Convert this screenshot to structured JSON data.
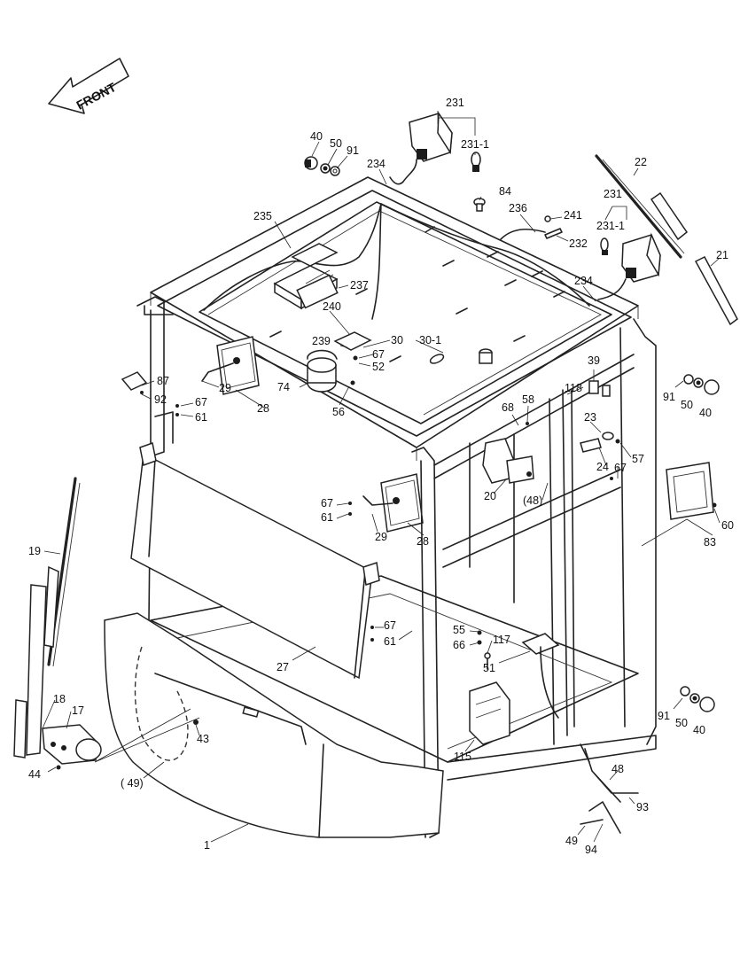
{
  "diagram": {
    "front_label": "FRONT",
    "callouts": [
      {
        "id": "c-231a",
        "text": "231"
      },
      {
        "id": "c-2311a",
        "text": "231-1"
      },
      {
        "id": "c-40a",
        "text": "40"
      },
      {
        "id": "c-50a",
        "text": "50"
      },
      {
        "id": "c-91a",
        "text": "91"
      },
      {
        "id": "c-234a",
        "text": "234"
      },
      {
        "id": "c-22",
        "text": "22"
      },
      {
        "id": "c-84",
        "text": "84"
      },
      {
        "id": "c-236",
        "text": "236"
      },
      {
        "id": "c-241",
        "text": "241"
      },
      {
        "id": "c-232",
        "text": "232"
      },
      {
        "id": "c-231b",
        "text": "231"
      },
      {
        "id": "c-2311b",
        "text": "231-1"
      },
      {
        "id": "c-21",
        "text": "21"
      },
      {
        "id": "c-235",
        "text": "235"
      },
      {
        "id": "c-237",
        "text": "237"
      },
      {
        "id": "c-234b",
        "text": "234"
      },
      {
        "id": "c-240",
        "text": "240"
      },
      {
        "id": "c-239",
        "text": "239"
      },
      {
        "id": "c-30",
        "text": "30"
      },
      {
        "id": "c-301",
        "text": "30-1"
      },
      {
        "id": "c-67a",
        "text": "67"
      },
      {
        "id": "c-52",
        "text": "52"
      },
      {
        "id": "c-74",
        "text": "74"
      },
      {
        "id": "c-56",
        "text": "56"
      },
      {
        "id": "c-87",
        "text": "87"
      },
      {
        "id": "c-92",
        "text": "92"
      },
      {
        "id": "c-29a",
        "text": "29"
      },
      {
        "id": "c-67b",
        "text": "67"
      },
      {
        "id": "c-61a",
        "text": "61"
      },
      {
        "id": "c-28a",
        "text": "28"
      },
      {
        "id": "c-39",
        "text": "39"
      },
      {
        "id": "c-118",
        "text": "118"
      },
      {
        "id": "c-91b",
        "text": "91"
      },
      {
        "id": "c-50b",
        "text": "50"
      },
      {
        "id": "c-40b",
        "text": "40"
      },
      {
        "id": "c-58",
        "text": "58"
      },
      {
        "id": "c-68",
        "text": "68"
      },
      {
        "id": "c-23",
        "text": "23"
      },
      {
        "id": "c-57",
        "text": "57"
      },
      {
        "id": "c-24",
        "text": "24"
      },
      {
        "id": "c-67c",
        "text": "67"
      },
      {
        "id": "c-20",
        "text": "20"
      },
      {
        "id": "c-48a",
        "text": "(48)"
      },
      {
        "id": "c-60",
        "text": "60"
      },
      {
        "id": "c-83",
        "text": "83"
      },
      {
        "id": "c-67d",
        "text": "67"
      },
      {
        "id": "c-61b",
        "text": "61"
      },
      {
        "id": "c-29b",
        "text": "29"
      },
      {
        "id": "c-28b",
        "text": "28"
      },
      {
        "id": "c-19",
        "text": "19"
      },
      {
        "id": "c-67e",
        "text": "67"
      },
      {
        "id": "c-61c",
        "text": "61"
      },
      {
        "id": "c-55",
        "text": "55"
      },
      {
        "id": "c-117",
        "text": "117"
      },
      {
        "id": "c-66",
        "text": "66"
      },
      {
        "id": "c-51",
        "text": "51"
      },
      {
        "id": "c-27",
        "text": "27"
      },
      {
        "id": "c-18",
        "text": "18"
      },
      {
        "id": "c-17",
        "text": "17"
      },
      {
        "id": "c-43",
        "text": "43"
      },
      {
        "id": "c-44",
        "text": "44"
      },
      {
        "id": "c-49a",
        "text": "( 49)"
      },
      {
        "id": "c-91c",
        "text": "91"
      },
      {
        "id": "c-50c",
        "text": "50"
      },
      {
        "id": "c-40c",
        "text": "40"
      },
      {
        "id": "c-115",
        "text": "115"
      },
      {
        "id": "c-48b",
        "text": "48"
      },
      {
        "id": "c-93",
        "text": "93"
      },
      {
        "id": "c-49b",
        "text": "49"
      },
      {
        "id": "c-94",
        "text": "94"
      },
      {
        "id": "c-1",
        "text": "1"
      }
    ]
  }
}
